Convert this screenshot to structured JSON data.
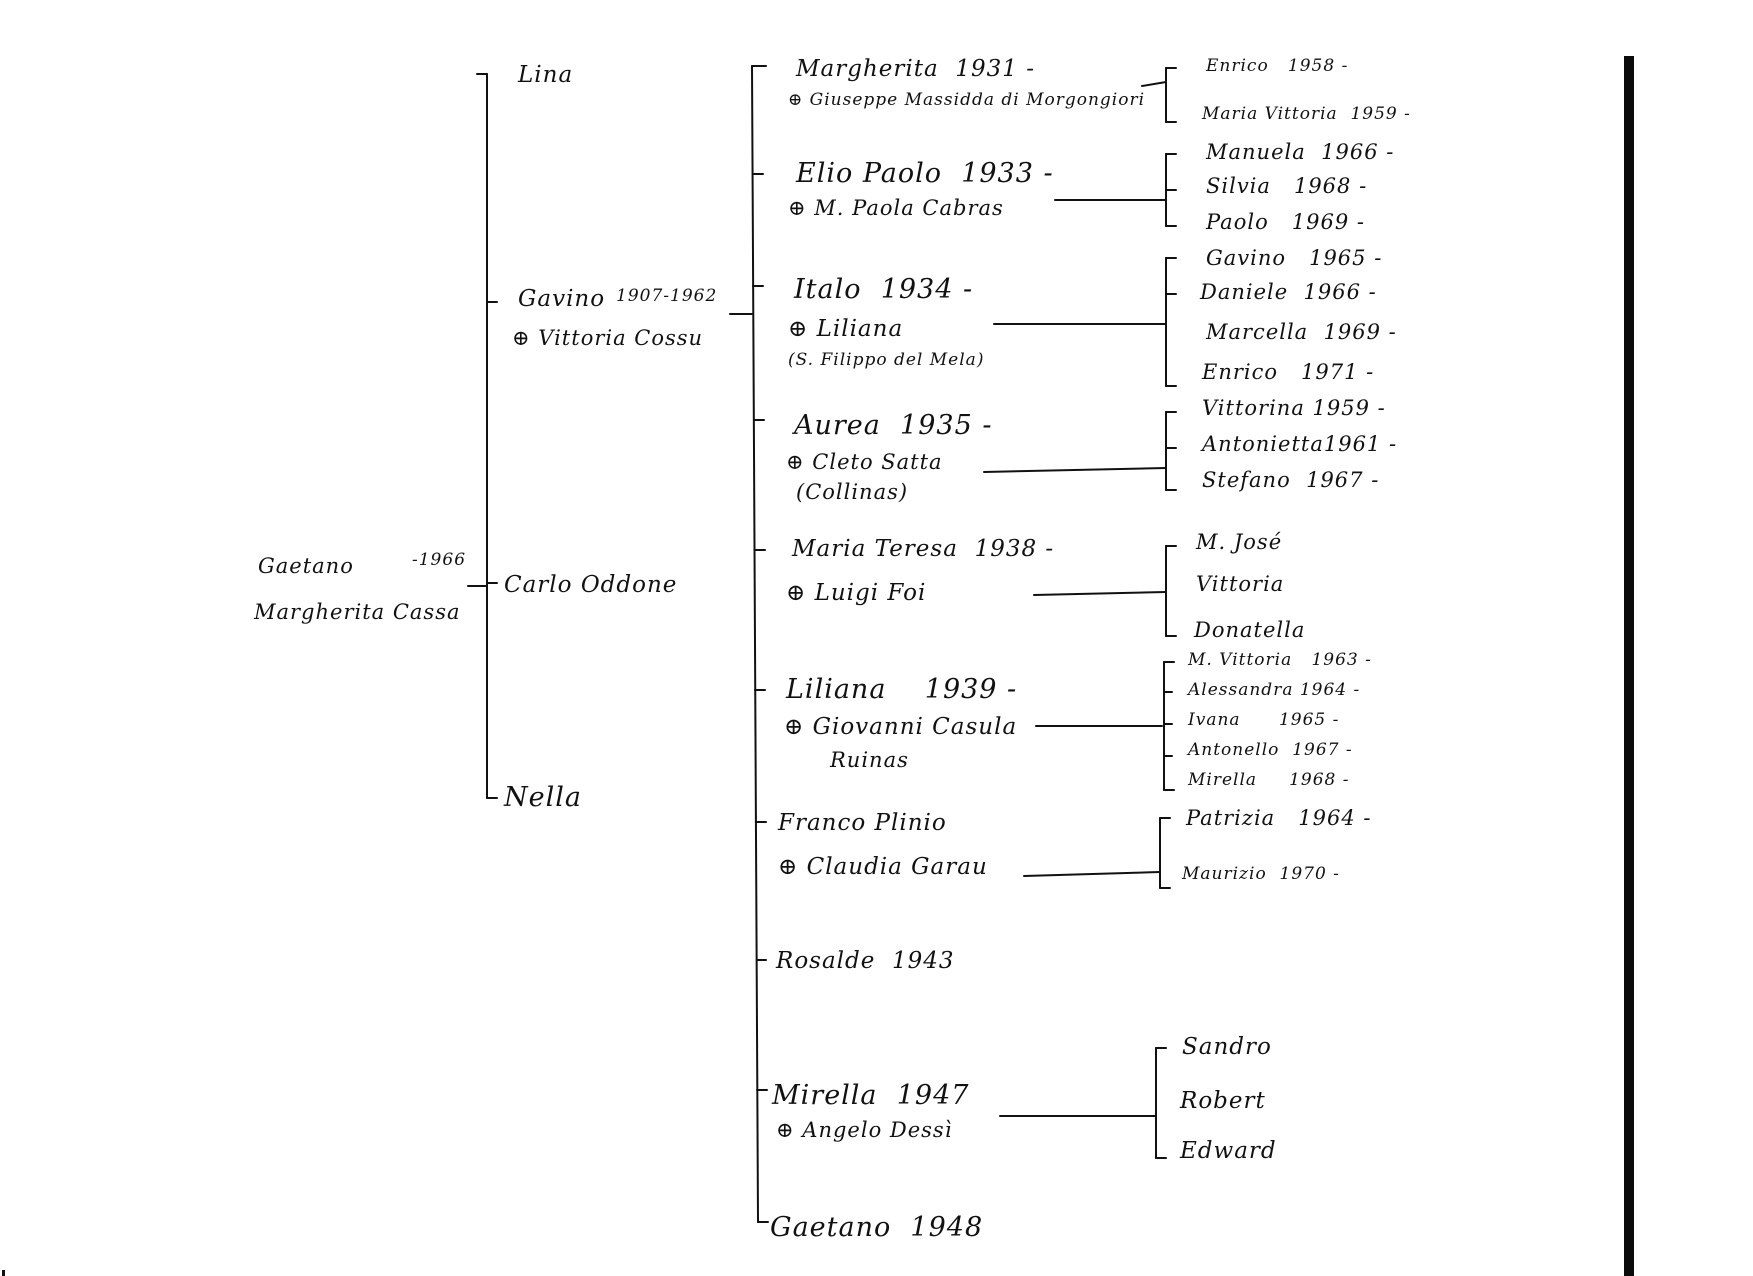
{
  "colors": {
    "ink": "#111111",
    "paper": "#ffffff",
    "edge": "#0b0b0b"
  },
  "marriage_symbol": "⊕",
  "root": {
    "name": "Gaetano",
    "year": "-1966",
    "spouse": "Margherita Cassa"
  },
  "children": [
    {
      "name": "Lina"
    },
    {
      "name": "Gavino",
      "years": "1907-1962",
      "spouse": "Vittoria Cossu"
    },
    {
      "name": "Carlo Oddone"
    },
    {
      "name": "Nella"
    }
  ],
  "grandchildren": [
    {
      "name": "Margherita",
      "year": "1931 -",
      "spouse": "Giuseppe Massidda di Morgongiori",
      "children": [
        {
          "name": "Enrico",
          "year": "1958 -"
        },
        {
          "name": "Maria Vittoria",
          "year": "1959 -"
        }
      ]
    },
    {
      "name": "Elio Paolo",
      "year": "1933 -",
      "spouse": "M. Paola Cabras",
      "children": [
        {
          "name": "Manuela",
          "year": "1966 -"
        },
        {
          "name": "Silvia",
          "year": "1968 -"
        },
        {
          "name": "Paolo",
          "year": "1969 -"
        }
      ]
    },
    {
      "name": "Italo",
      "year": "1934 -",
      "spouse": "Liliana",
      "spouse_note": "(S. Filippo del Mela)",
      "children": [
        {
          "name": "Gavino",
          "year": "1965 -"
        },
        {
          "name": "Daniele",
          "year": "1966 -"
        },
        {
          "name": "Marcella",
          "year": "1969 -"
        },
        {
          "name": "Enrico",
          "year": "1971 -"
        }
      ]
    },
    {
      "name": "Aurea",
      "year": "1935 -",
      "spouse": "Cleto Satta",
      "spouse_note": "(Collinas)",
      "children": [
        {
          "name": "Vittorina",
          "year": "1959 -"
        },
        {
          "name": "Antonietta",
          "year": "1961 -"
        },
        {
          "name": "Stefano",
          "year": "1967 -"
        }
      ]
    },
    {
      "name": "Maria Teresa",
      "year": "1938 -",
      "spouse": "Luigi Foi",
      "children": [
        {
          "name": "M. José",
          "year": ""
        },
        {
          "name": "Vittoria",
          "year": ""
        },
        {
          "name": "Donatella",
          "year": ""
        }
      ]
    },
    {
      "name": "Liliana",
      "year": "1939 -",
      "spouse": "Giovanni Casula",
      "spouse_note": "Ruinas",
      "children": [
        {
          "name": "M. Vittoria",
          "year": "1963 -"
        },
        {
          "name": "Alessandra",
          "year": "1964 -"
        },
        {
          "name": "Ivana",
          "year": "1965 -"
        },
        {
          "name": "Antonello",
          "year": "1967 -"
        },
        {
          "name": "Mirella",
          "year": "1968 -"
        }
      ]
    },
    {
      "name": "Franco Plinio",
      "year": "",
      "spouse": "Claudia Garau",
      "children": [
        {
          "name": "Patrizia",
          "year": "1964 -"
        },
        {
          "name": "Maurizio",
          "year": "1970 -"
        }
      ]
    },
    {
      "name": "Rosalde",
      "year": "1943"
    },
    {
      "name": "Mirella",
      "year": "1947",
      "spouse": "Angelo Dessì",
      "children": [
        {
          "name": "Sandro",
          "year": ""
        },
        {
          "name": "Robert",
          "year": ""
        },
        {
          "name": "Edward",
          "year": ""
        }
      ]
    },
    {
      "name": "Gaetano",
      "year": "1948"
    }
  ]
}
